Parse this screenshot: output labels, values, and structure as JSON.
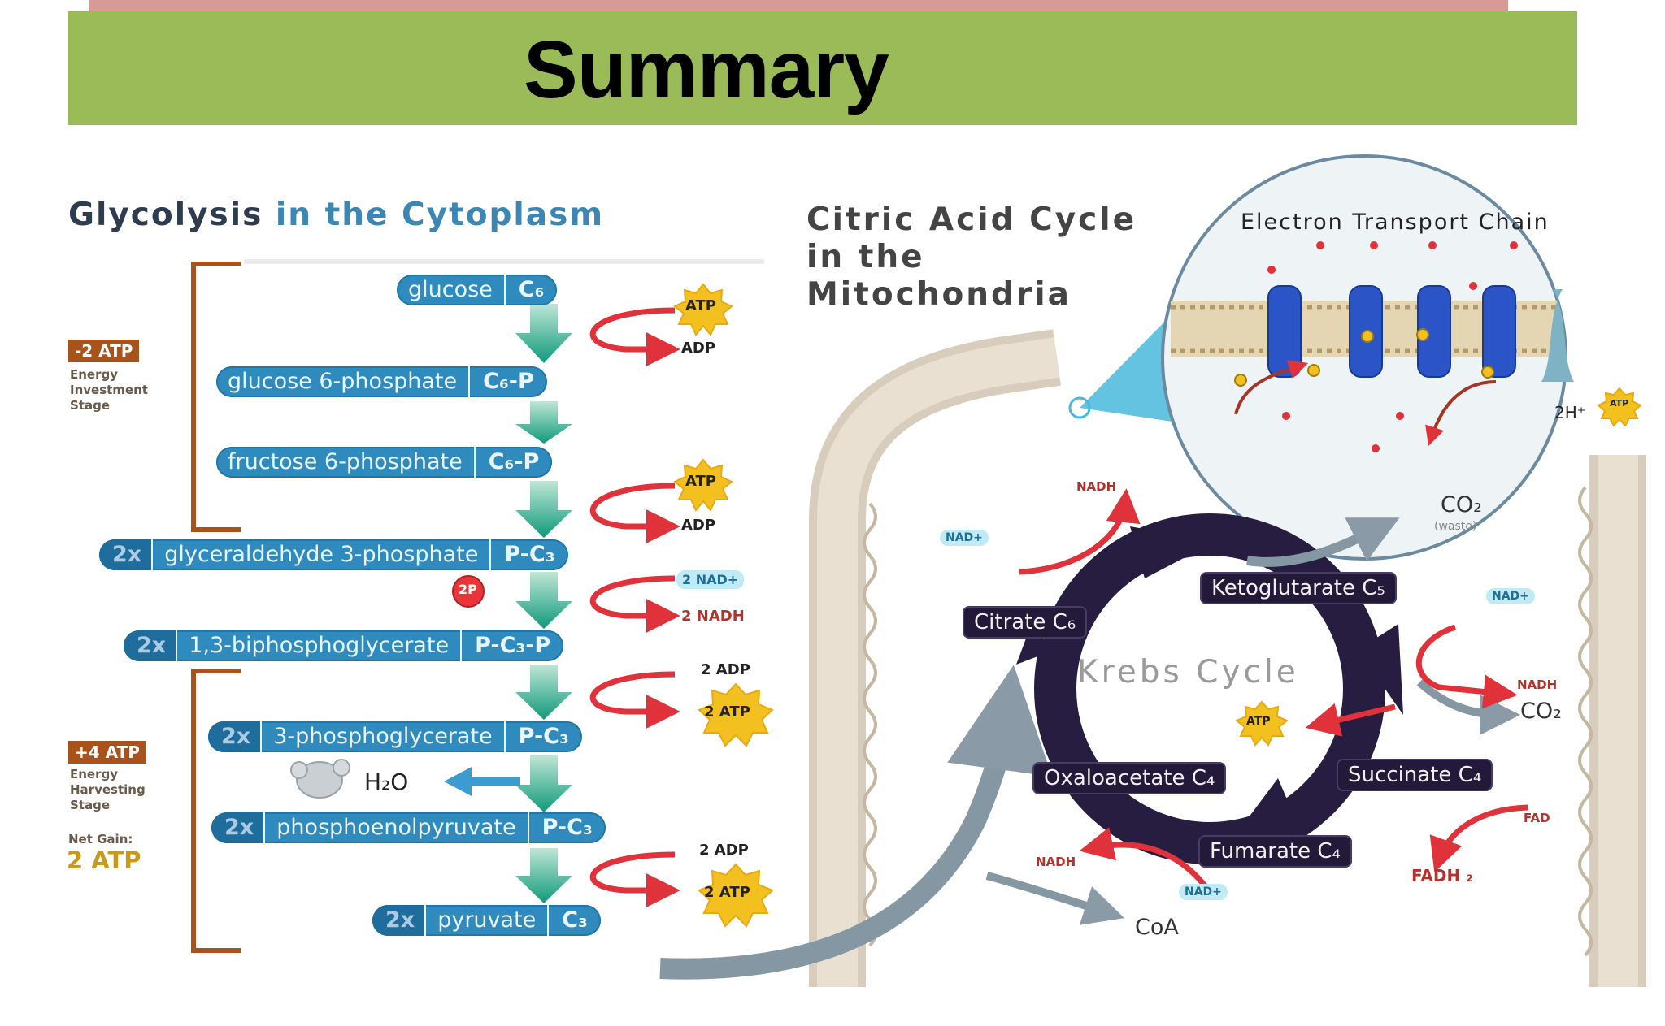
{
  "header": {
    "title": "Summary"
  },
  "glycolysis": {
    "title_part1": "Glycolysis",
    "title_part2": "in the Cytoplasm",
    "steps": [
      {
        "mult": "",
        "name": "glucose",
        "formula": "C₆"
      },
      {
        "mult": "",
        "name": "glucose 6-phosphate",
        "formula": "C₆-P"
      },
      {
        "mult": "",
        "name": "fructose 6-phosphate",
        "formula": "C₆-P"
      },
      {
        "mult": "2x",
        "name": "glyceraldehyde 3-phosphate",
        "formula": "P-C₃"
      },
      {
        "mult": "2x",
        "name": "1,3-biphosphoglycerate",
        "formula": "P-C₃-P"
      },
      {
        "mult": "2x",
        "name": "3-phosphoglycerate",
        "formula": "P-C₃"
      },
      {
        "mult": "2x",
        "name": "phosphoenolpyruvate",
        "formula": "P-C₃"
      },
      {
        "mult": "2x",
        "name": "pyruvate",
        "formula": "C₃"
      }
    ],
    "stage1_badge": "-2 ATP",
    "stage1_caption": [
      "Energy",
      "Investment",
      "Stage"
    ],
    "stage2_badge": "+4 ATP",
    "stage2_caption": [
      "Energy",
      "Harvesting",
      "Stage"
    ],
    "net_gain_label": "Net Gain:",
    "net_gain_value": "2 ATP",
    "atp": "ATP",
    "adp": "ADP",
    "two_p": "2P",
    "two_nad": "2 NAD+",
    "two_nadh": "2 NADH",
    "two_adp": "2 ADP",
    "two_atp": "2 ATP",
    "water": "H₂O"
  },
  "citric": {
    "title_lines": [
      "Citric Acid Cycle",
      "in the",
      "Mitochondria"
    ],
    "krebs": "Krebs Cycle",
    "citrate": "Citrate  C₆",
    "ketoglutarate": "Ketoglutarate  C₅",
    "succinate": "Succinate  C₄",
    "fumarate": "Fumarate  C₄",
    "oxaloacetate": "Oxaloacetate  C₄",
    "nad": "NAD+",
    "nadh": "NADH",
    "co2": "CO₂",
    "co2_note": "(waste)",
    "fad": "FAD",
    "fadh": "FADH ₂",
    "coa": "CoA",
    "atp": "ATP"
  },
  "etc": {
    "title": "Electron Transport Chain",
    "two_h": "2H⁺"
  }
}
